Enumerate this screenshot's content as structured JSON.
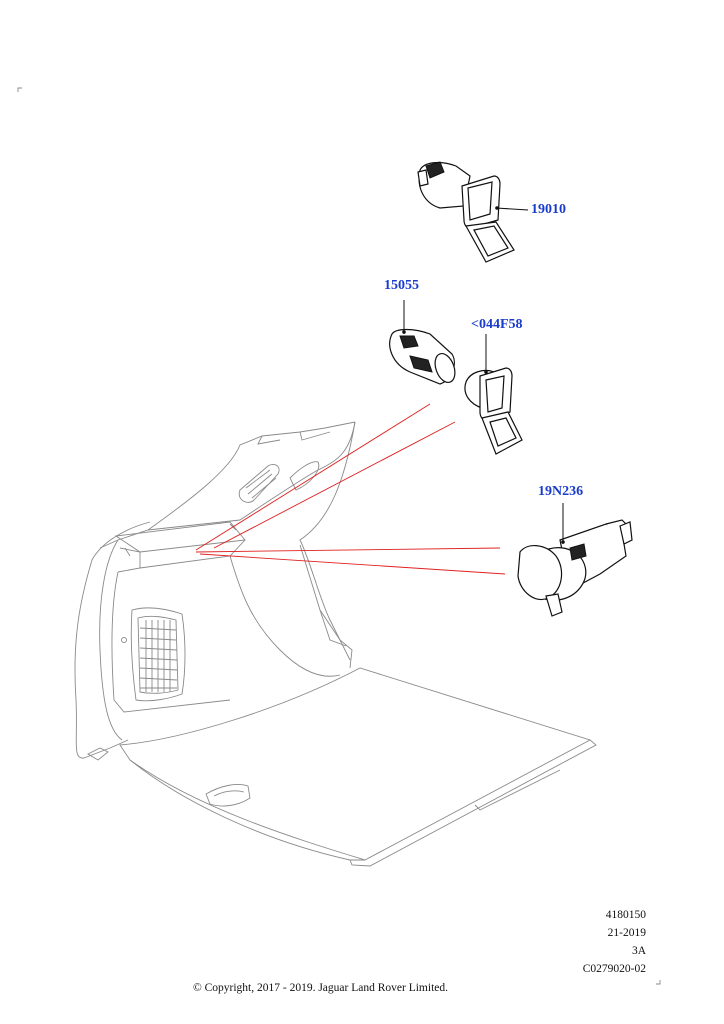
{
  "callouts": [
    {
      "id": "c1",
      "label": "19010"
    },
    {
      "id": "c2",
      "label": "15055"
    },
    {
      "id": "c3",
      "label": "<044F58"
    },
    {
      "id": "c4",
      "label": "19N236"
    }
  ],
  "reference": {
    "line1": "4180150",
    "line2": "21-2019",
    "line3": "3A",
    "line4": "C0279020-02"
  },
  "copyright": "© Copyright, 2017 - 2019. Jaguar Land Rover Limited."
}
